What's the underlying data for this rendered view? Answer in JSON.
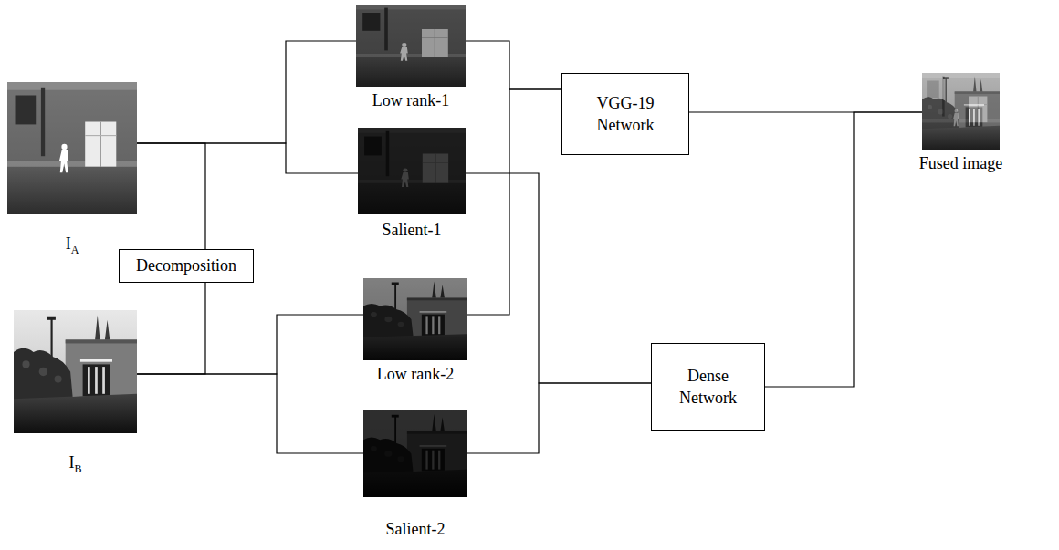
{
  "diagram": {
    "nodes": [
      {
        "text": [
          "IA"
        ]
      },
      {
        "text": [
          "IB"
        ]
      },
      {
        "text": [
          "Decomposition"
        ]
      },
      {
        "text": [
          "Low rank-1"
        ]
      },
      {
        "text": [
          "Salient-1"
        ]
      },
      {
        "text": [
          "Low rank-2"
        ]
      },
      {
        "text": [
          "Salient-2"
        ]
      },
      {
        "text": [
          "VGG-19 Network"
        ]
      },
      {
        "text": [
          "Dense Network"
        ]
      },
      {
        "text": [
          "Fused image"
        ]
      }
    ],
    "edges": [
      {
        "from": 0,
        "to": 3,
        "arrow": "none"
      },
      {
        "from": 0,
        "to": 4,
        "arrow": "none"
      },
      {
        "from": 2,
        "to": 0,
        "arrow": "none"
      },
      {
        "from": 2,
        "to": 1,
        "arrow": "none"
      },
      {
        "from": 1,
        "to": 5,
        "arrow": "none"
      },
      {
        "from": 1,
        "to": 6,
        "arrow": "none"
      },
      {
        "from": 3,
        "to": 7,
        "arrow": "none"
      },
      {
        "from": 5,
        "to": 7,
        "arrow": "none"
      },
      {
        "from": 4,
        "to": 8,
        "arrow": "none"
      },
      {
        "from": 6,
        "to": 8,
        "arrow": "none"
      },
      {
        "from": 7,
        "to": 9,
        "arrow": "none"
      },
      {
        "from": 8,
        "to": 9,
        "arrow": "none"
      }
    ]
  }
}
